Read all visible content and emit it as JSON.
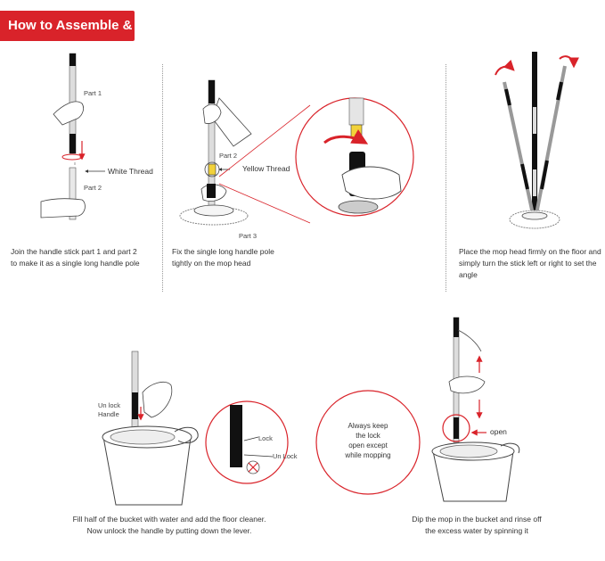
{
  "header": {
    "title": "How to Assemble & use"
  },
  "steps": [
    {
      "caption_lines": [
        "Join the handle stick part 1 and part 2",
        "to make it as a single long handle pole"
      ],
      "labels": {
        "part1": "Part 1",
        "part2": "Part 2",
        "white_thread": "White Thread"
      }
    },
    {
      "caption_lines": [
        "Fix the single long handle pole",
        "tightly on the mop head"
      ],
      "labels": {
        "part2": "Part 2",
        "part3": "Part 3",
        "yellow_thread": "Yellow Thread"
      }
    },
    {
      "caption_lines": [
        "Place the mop head firmly on the floor and",
        "simply turn the stick left or right to set the angle"
      ]
    },
    {
      "caption_lines": [
        "Fill half of the bucket with water and add the floor cleaner.",
        "Now unlock the handle by putting down the lever."
      ],
      "labels": {
        "unlock_handle_1": "Un lock",
        "unlock_handle_2": "Handle",
        "lock": "Lock",
        "unlock": "Un Lock"
      },
      "note_lines": [
        "Always keep",
        "the lock",
        "open except",
        "while mopping"
      ]
    },
    {
      "caption_lines": [
        "Dip the mop in the bucket and rinse off",
        "the excess water by spinning it"
      ],
      "labels": {
        "open": "open"
      }
    }
  ],
  "colors": {
    "accent": "#d9232a",
    "thread_yellow": "#f2d23a",
    "pole_dark": "#111111",
    "pole_light": "#bbbbbb"
  }
}
